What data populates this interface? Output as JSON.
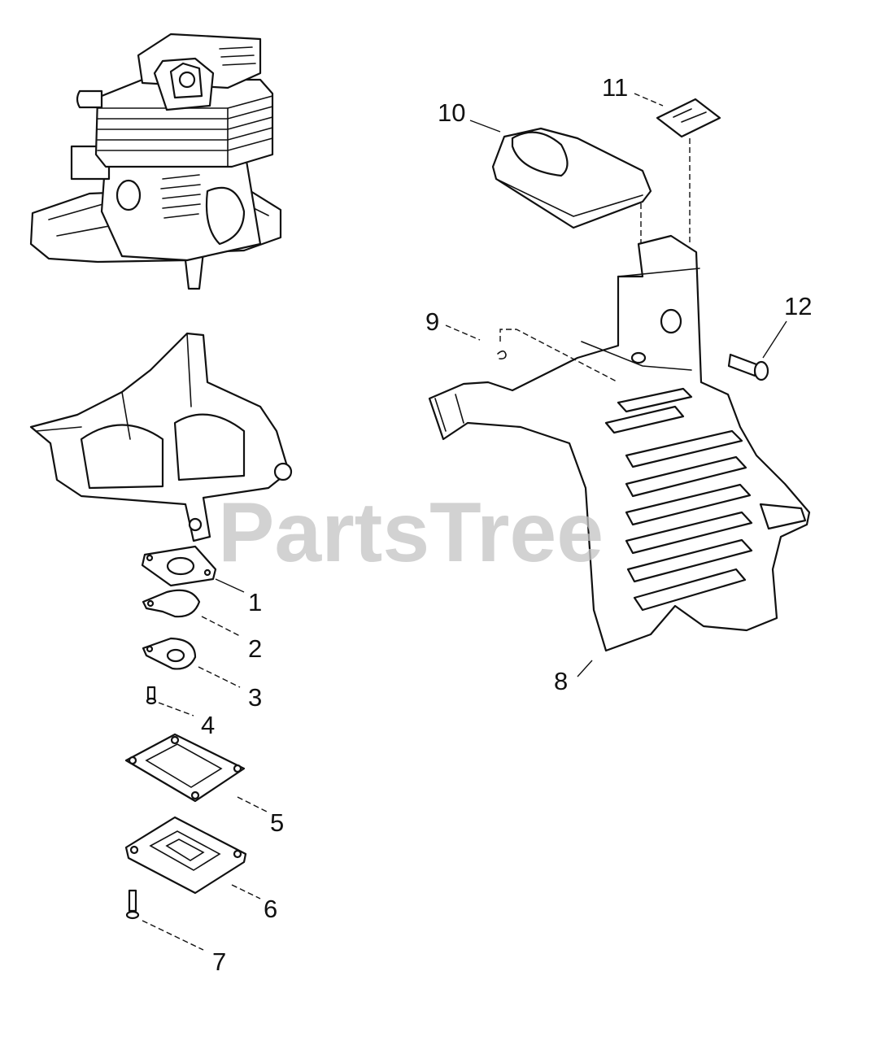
{
  "watermark": "PartsTree",
  "callouts": [
    {
      "number": "1"
    },
    {
      "number": "2"
    },
    {
      "number": "3"
    },
    {
      "number": "4"
    },
    {
      "number": "5"
    },
    {
      "number": "6"
    },
    {
      "number": "7"
    },
    {
      "number": "8"
    },
    {
      "number": "9"
    },
    {
      "number": "10"
    },
    {
      "number": "11"
    },
    {
      "number": "12"
    }
  ]
}
